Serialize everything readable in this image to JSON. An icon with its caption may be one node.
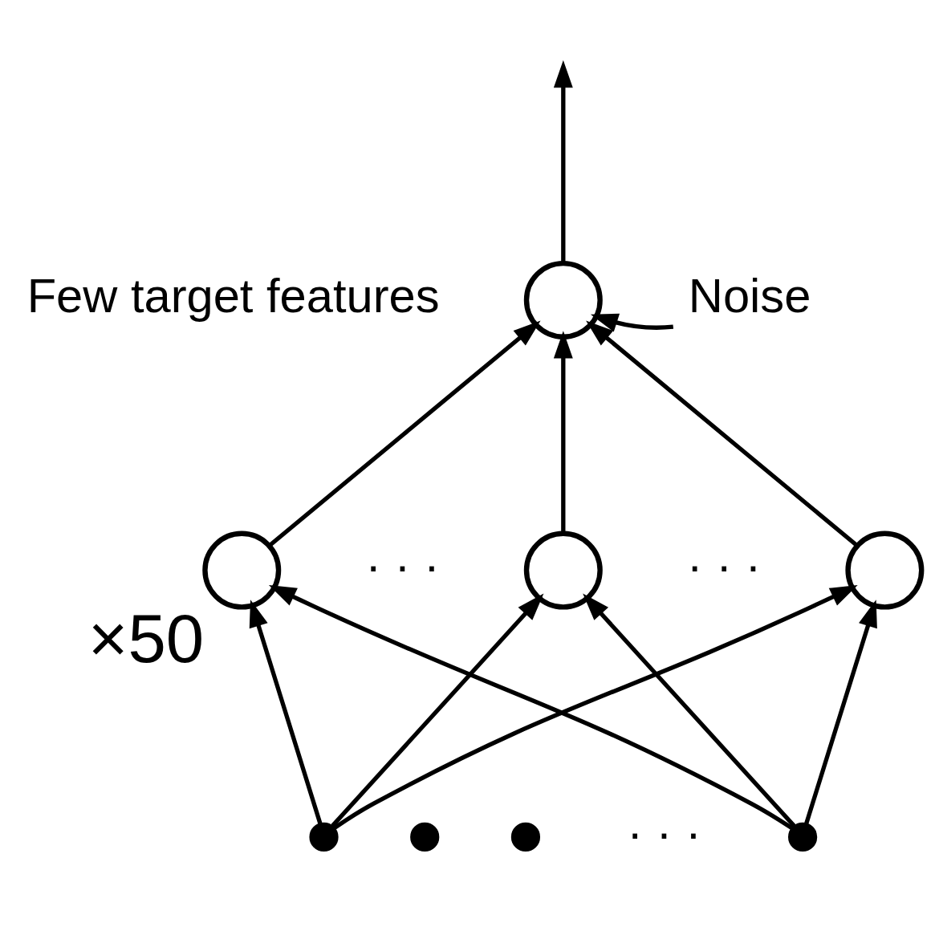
{
  "diagram": {
    "nodes": [
      {
        "text": [],
        "shape": "circle"
      },
      {
        "text": [
          "Noise"
        ]
      },
      {
        "text": [],
        "shape": "circle",
        "beside": [
          "×50"
        ]
      },
      {
        "text": [],
        "shape": "circle"
      },
      {
        "text": [],
        "shape": "circle"
      },
      {
        "text": [],
        "shape": "dot"
      },
      {
        "text": [],
        "shape": "dot"
      },
      {
        "text": [],
        "shape": "dot"
      },
      {
        "text": [],
        "shape": "dot"
      }
    ],
    "edges": [
      {
        "from": 0,
        "to": null,
        "arrow": "to"
      },
      {
        "from": 1,
        "to": 0,
        "arrow": "to"
      },
      {
        "from": 2,
        "to": 0,
        "arrow": "to"
      },
      {
        "from": 3,
        "to": 0,
        "arrow": "to"
      },
      {
        "from": 4,
        "to": 0,
        "arrow": "to"
      },
      {
        "from": 5,
        "to": 2,
        "arrow": "to"
      },
      {
        "from": 5,
        "to": 3,
        "arrow": "to"
      },
      {
        "from": 5,
        "to": 4,
        "arrow": "to"
      },
      {
        "from": 8,
        "to": 2,
        "arrow": "to"
      },
      {
        "from": 8,
        "to": 3,
        "arrow": "to"
      },
      {
        "from": 8,
        "to": 4,
        "arrow": "to"
      }
    ],
    "labels": [
      "Few target features",
      "· · ·",
      "· · ·",
      "· · ·"
    ]
  }
}
